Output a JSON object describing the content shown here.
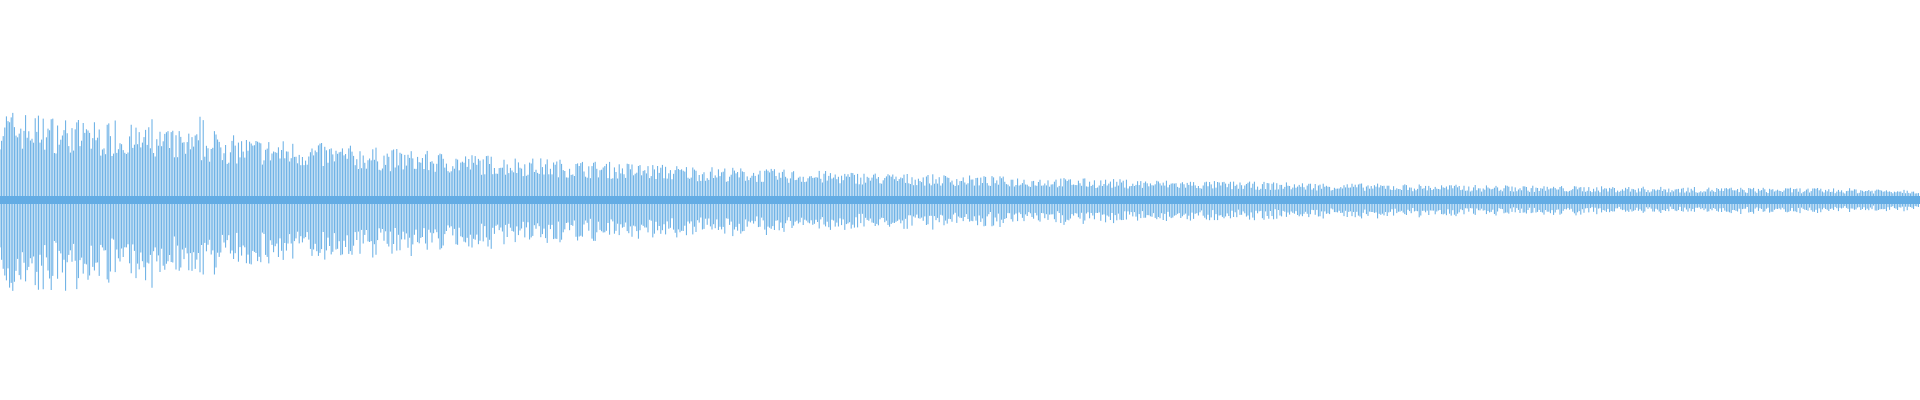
{
  "waveform": {
    "color": "#63ace4",
    "background": "#ffffff",
    "envelope": {
      "peak_amplitude": 0.23,
      "floor_amplitude": 0.02,
      "decay_rate": 3.2
    }
  }
}
